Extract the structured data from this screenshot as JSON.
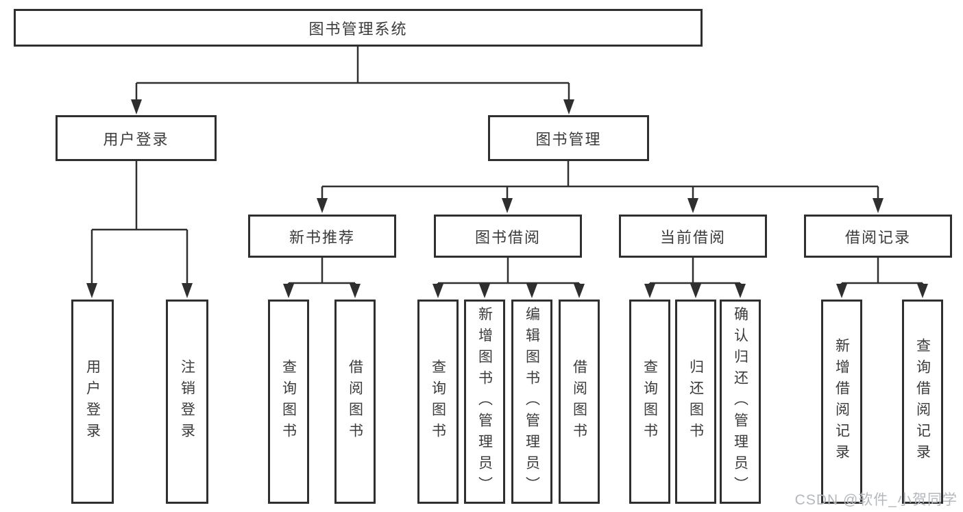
{
  "tree": {
    "label": "图书管理系统",
    "children": [
      {
        "label": "用户登录",
        "children": [
          {
            "label": "用户登录"
          },
          {
            "label": "注销登录"
          }
        ]
      },
      {
        "label": "图书管理",
        "children": [
          {
            "label": "新书推荐",
            "children": [
              {
                "label": "查询图书"
              },
              {
                "label": "借阅图书"
              }
            ]
          },
          {
            "label": "图书借阅",
            "children": [
              {
                "label": "查询图书"
              },
              {
                "label": "新增图书（管理员）"
              },
              {
                "label": "编辑图书（管理员）"
              },
              {
                "label": "借阅图书"
              }
            ]
          },
          {
            "label": "当前借阅",
            "children": [
              {
                "label": "查询图书"
              },
              {
                "label": "归还图书"
              },
              {
                "label": "确认归还（管理员）"
              }
            ]
          },
          {
            "label": "借阅记录",
            "children": [
              {
                "label": "新增借阅记录"
              },
              {
                "label": "查询借阅记录"
              }
            ]
          }
        ]
      }
    ]
  },
  "watermark": {
    "text": "CSDN @软件_小贺同学"
  },
  "colors": {
    "line": "#2f2f2f",
    "text": "#3b3b3b",
    "box_bg": "#ffffff",
    "watermark": "#b4b7bc"
  }
}
